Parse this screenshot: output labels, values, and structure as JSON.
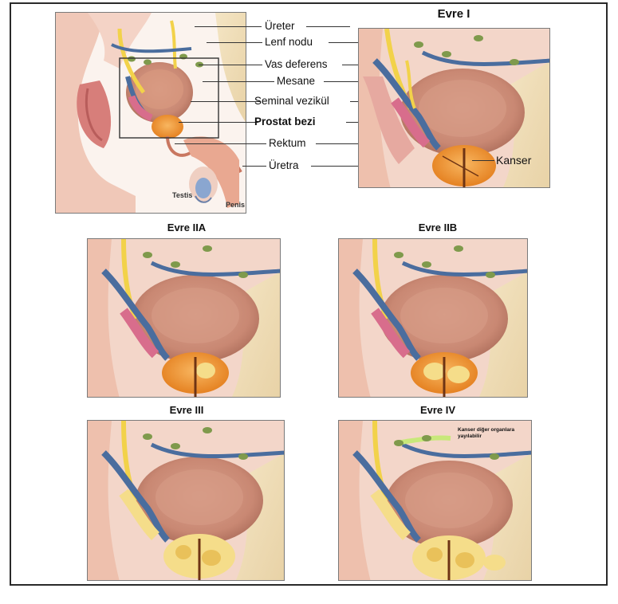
{
  "overview": {
    "labels": {
      "ureter": "Üreter",
      "lymph_node": "Lenf nodu",
      "vas_deferens": "Vas deferens",
      "bladder": "Mesane",
      "seminal_vesicle": "Seminal vezikül",
      "prostate": "Prostat bezi",
      "rectum": "Rektum",
      "urethra": "Üretra"
    },
    "testis_label": "Testis",
    "penis_label": "Penis"
  },
  "stages": {
    "stage_1": {
      "title": "Evre I",
      "annotation": "Kanser"
    },
    "stage_2a": {
      "title": "Evre IIA"
    },
    "stage_2b": {
      "title": "Evre IIB"
    },
    "stage_3": {
      "title": "Evre III"
    },
    "stage_4": {
      "title": "Evre IV",
      "annotation": "Kanser diğer organlara yayılabilir"
    }
  },
  "colors": {
    "tissue": "#e9b8a8",
    "bladder": "#c98873",
    "prostate": "#f39a33",
    "vas": "#4a6d9e",
    "ureter": "#f2d24a",
    "lymph": "#7f9a4c",
    "seminal": "#d86d8c",
    "tumor": "#f5dd8a"
  }
}
